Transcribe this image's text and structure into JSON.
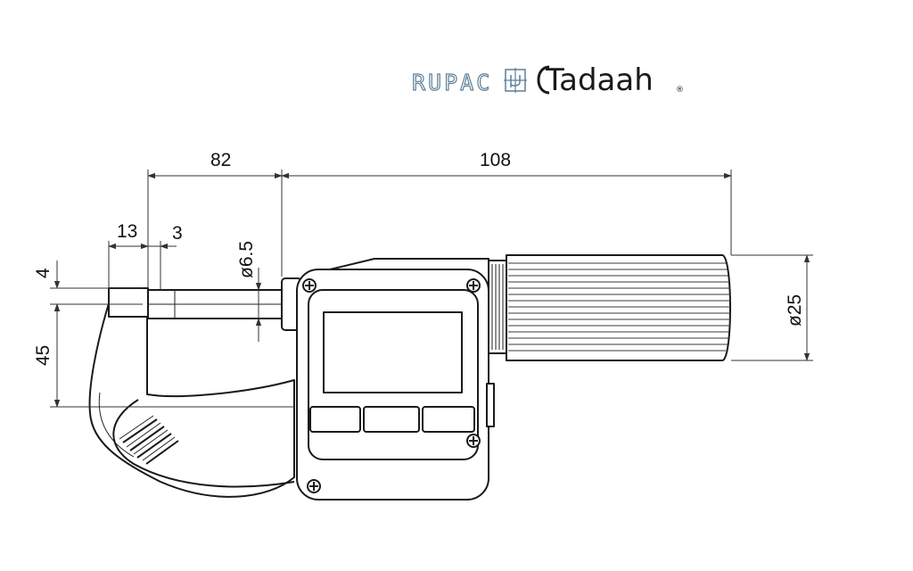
{
  "logos": {
    "brand_left": "RUPAC",
    "brand_right": "Tadaah",
    "registered": "®"
  },
  "dimensions": {
    "d82": "82",
    "d108": "108",
    "d13": "13",
    "d3": "3",
    "d6_5": "ø6.5",
    "d4": "4",
    "d45": "45",
    "d25": "ø25"
  },
  "colors": {
    "rupac": "#5d7f97",
    "outline": "#1a1a1a"
  }
}
